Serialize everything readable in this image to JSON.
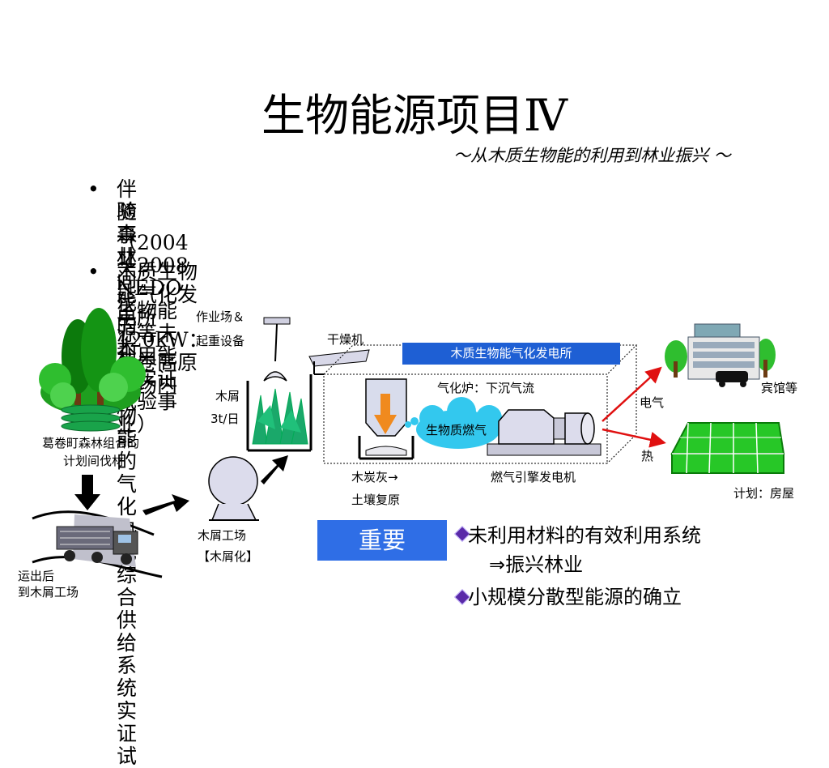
{
  "slide": {
    "title": "生物能源项目Ⅳ",
    "subtitle": "～从木质生物能的利用到林业振兴 ～",
    "bullets": [
      {
        "marker": "•",
        "lines": [
          "伴随森林间伐的木质生物能的气化热电综合供给系统实证试",
          "验事业",
          "（2004～2008 NEDO生物能源等未利用能源实证试验事业）"
        ]
      },
      {
        "marker": "•",
        "lines": [
          "木质生物能气化发电所120kW：葛卷高原牧场内"
        ]
      }
    ]
  },
  "diagram": {
    "forest_label": [
      "葛卷町森林组合的",
      "计划间伐材"
    ],
    "truck_label": [
      "运出后",
      "到木屑工场"
    ],
    "crane_label": [
      "作业场＆",
      "起重设备"
    ],
    "chips_label": [
      "木屑",
      "3t/日"
    ],
    "chip_factory_label": [
      "木屑工场",
      "【木屑化】"
    ],
    "dryer_label": "干燥机",
    "plant_title": "木质生物能气化发电所",
    "gasifier_label": "气化炉：下沉气流",
    "gas_label": "生物质燃气",
    "ash_label": [
      "木炭灰→",
      "土壤复原"
    ],
    "engine_label": "燃气引擎发电机",
    "electric_label": "电气",
    "heat_label": "热",
    "hotel_label": "宾馆等",
    "greenhouse_label": "计划：房屋",
    "key_box": "重要",
    "key_points": [
      "未利用材料的有效利用系统",
      "⇒振兴林业",
      "小规模分散型能源的确立"
    ]
  },
  "colors": {
    "plant_blue": "#1e5fd4",
    "forest_green": "#2fae2f",
    "chip_green": "#1aa86a",
    "arrow_red": "#e01010",
    "diamond_purple": "#5a2aa8"
  }
}
